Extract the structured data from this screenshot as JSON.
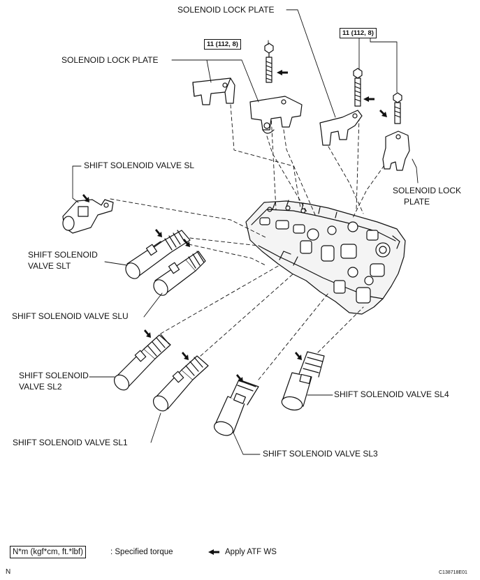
{
  "labels": {
    "lock_plate_top": "SOLENOID LOCK PLATE",
    "lock_plate_left": "SOLENOID LOCK PLATE",
    "lock_plate_right_1": "SOLENOID LOCK",
    "lock_plate_right_2": "PLATE",
    "valve_sl": "SHIFT SOLENOID VALVE SL",
    "valve_slt_1": "SHIFT SOLENOID",
    "valve_slt_2": "VALVE SLT",
    "valve_slu": "SHIFT SOLENOID VALVE SLU",
    "valve_sl2_1": "SHIFT SOLENOID",
    "valve_sl2_2": "VALVE SL2",
    "valve_sl1": "SHIFT SOLENOID VALVE SL1",
    "valve_sl3": "SHIFT SOLENOID VALVE SL3",
    "valve_sl4": "SHIFT SOLENOID VALVE SL4"
  },
  "torque": {
    "left": "11 (112, 8)",
    "right": "11 (112, 8)"
  },
  "legend": {
    "torque_box": "N*m (kgf*cm, ft.*lbf)",
    "torque_text": ": Specified torque",
    "atf_text": "Apply ATF WS"
  },
  "footer": {
    "corner_mark": "N",
    "figure_code": "C138718E01"
  }
}
